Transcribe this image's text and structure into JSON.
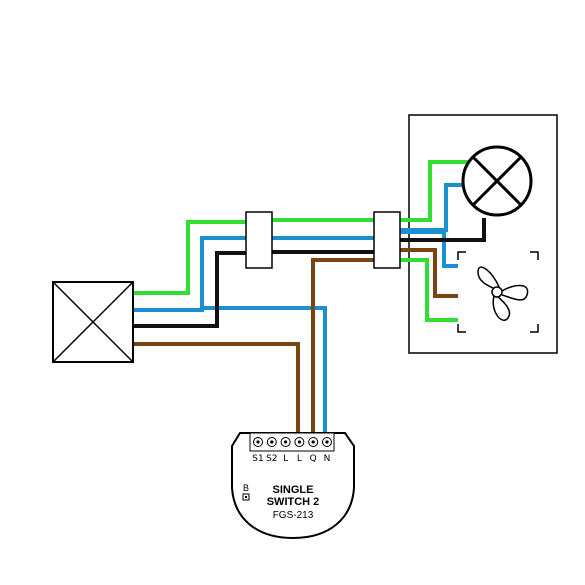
{
  "colors": {
    "green": "#33dd33",
    "blue": "#1a90d0",
    "black": "#111111",
    "brown": "#7a4512",
    "outline": "#000000",
    "background": "#ffffff"
  },
  "icons": {
    "switch_box": "junction-box-x-icon",
    "lamp": "lamp-icon",
    "fan": "fan-icon"
  },
  "device": {
    "title_line1": "SINGLE",
    "title_line2": "SWITCH 2",
    "model": "FGS-213",
    "b_button_label": "B",
    "terminals": [
      "S1",
      "S2",
      "L",
      "L",
      "Q",
      "N"
    ]
  }
}
